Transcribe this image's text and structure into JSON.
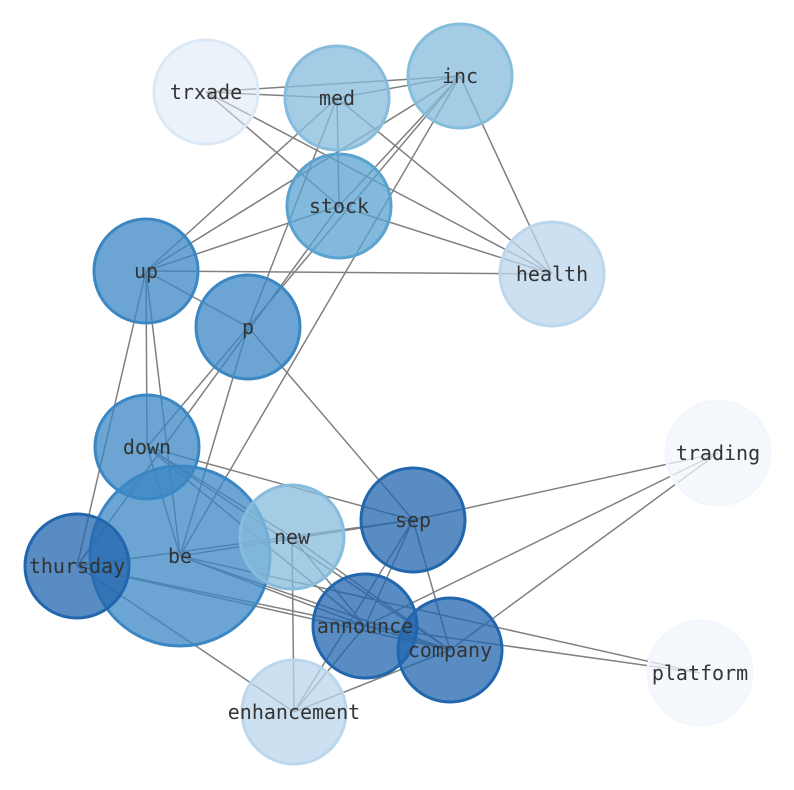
{
  "nodes": [
    {
      "id": "trxade",
      "label": "trxade",
      "fill": "#dbe8f6",
      "stroke": "#dbe8f6",
      "fill_opacity": 0.55
    },
    {
      "id": "med",
      "label": "med",
      "fill": "#86bcdc",
      "stroke": "#86bcdc",
      "fill_opacity": 0.75
    },
    {
      "id": "inc",
      "label": "inc",
      "fill": "#86bcdc",
      "stroke": "#86bcdc",
      "fill_opacity": 0.75
    },
    {
      "id": "stock",
      "label": "stock",
      "fill": "#5aa2d0",
      "stroke": "#5aa2d0",
      "fill_opacity": 0.75
    },
    {
      "id": "health",
      "label": "health",
      "fill": "#bcd6ec",
      "stroke": "#bcd6ec",
      "fill_opacity": 0.75
    },
    {
      "id": "up",
      "label": "up",
      "fill": "#3b87c4",
      "stroke": "#3b87c4",
      "fill_opacity": 0.75
    },
    {
      "id": "p",
      "label": "p",
      "fill": "#3b87c4",
      "stroke": "#3b87c4",
      "fill_opacity": 0.75
    },
    {
      "id": "down",
      "label": "down",
      "fill": "#3b87c4",
      "stroke": "#3b87c4",
      "fill_opacity": 0.75
    },
    {
      "id": "trading",
      "label": "trading",
      "fill": "#f2f7fd",
      "stroke": "#f2f7fd",
      "fill_opacity": 0.75
    },
    {
      "id": "be",
      "label": "be",
      "fill": "#3b87c4",
      "stroke": "#3b87c4",
      "fill_opacity": 0.75
    },
    {
      "id": "new",
      "label": "new",
      "fill": "#86bcdc",
      "stroke": "#86bcdc",
      "fill_opacity": 0.75
    },
    {
      "id": "sep",
      "label": "sep",
      "fill": "#2266ad",
      "stroke": "#2266ad",
      "fill_opacity": 0.75
    },
    {
      "id": "thursday",
      "label": "thursday",
      "fill": "#2266ad",
      "stroke": "#2266ad",
      "fill_opacity": 0.75
    },
    {
      "id": "announce",
      "label": "announce",
      "fill": "#2266ad",
      "stroke": "#2266ad",
      "fill_opacity": 0.75
    },
    {
      "id": "company",
      "label": "company",
      "fill": "#2266ad",
      "stroke": "#2266ad",
      "fill_opacity": 0.75
    },
    {
      "id": "platform",
      "label": "platform",
      "fill": "#f2f7fd",
      "stroke": "#f2f7fd",
      "fill_opacity": 0.75
    },
    {
      "id": "enhancement",
      "label": "enhancement",
      "fill": "#bcd6ec",
      "stroke": "#bcd6ec",
      "fill_opacity": 0.75
    }
  ],
  "edges": [
    [
      "trxade",
      "inc"
    ],
    [
      "trxade",
      "med"
    ],
    [
      "trxade",
      "stock"
    ],
    [
      "trxade",
      "health"
    ],
    [
      "med",
      "inc"
    ],
    [
      "med",
      "stock"
    ],
    [
      "med",
      "health"
    ],
    [
      "med",
      "up"
    ],
    [
      "med",
      "p"
    ],
    [
      "inc",
      "stock"
    ],
    [
      "inc",
      "health"
    ],
    [
      "inc",
      "up"
    ],
    [
      "inc",
      "down"
    ],
    [
      "inc",
      "be"
    ],
    [
      "stock",
      "health"
    ],
    [
      "stock",
      "up"
    ],
    [
      "stock",
      "thursday"
    ],
    [
      "up",
      "health"
    ],
    [
      "up",
      "p"
    ],
    [
      "up",
      "down"
    ],
    [
      "up",
      "be"
    ],
    [
      "up",
      "thursday"
    ],
    [
      "p",
      "sep"
    ],
    [
      "p",
      "be"
    ],
    [
      "down",
      "sep"
    ],
    [
      "down",
      "be"
    ],
    [
      "down",
      "announce"
    ],
    [
      "down",
      "company"
    ],
    [
      "down",
      "new"
    ],
    [
      "thursday",
      "sep"
    ],
    [
      "thursday",
      "announce"
    ],
    [
      "thursday",
      "company"
    ],
    [
      "thursday",
      "enhancement"
    ],
    [
      "be",
      "sep"
    ],
    [
      "be",
      "announce"
    ],
    [
      "be",
      "company"
    ],
    [
      "be",
      "platform"
    ],
    [
      "new",
      "enhancement"
    ],
    [
      "new",
      "announce"
    ],
    [
      "new",
      "company"
    ],
    [
      "sep",
      "trading"
    ],
    [
      "sep",
      "announce"
    ],
    [
      "sep",
      "company"
    ],
    [
      "sep",
      "enhancement"
    ],
    [
      "trading",
      "announce"
    ],
    [
      "trading",
      "company"
    ],
    [
      "announce",
      "company"
    ],
    [
      "announce",
      "enhancement"
    ],
    [
      "announce",
      "platform"
    ],
    [
      "company",
      "enhancement"
    ]
  ]
}
